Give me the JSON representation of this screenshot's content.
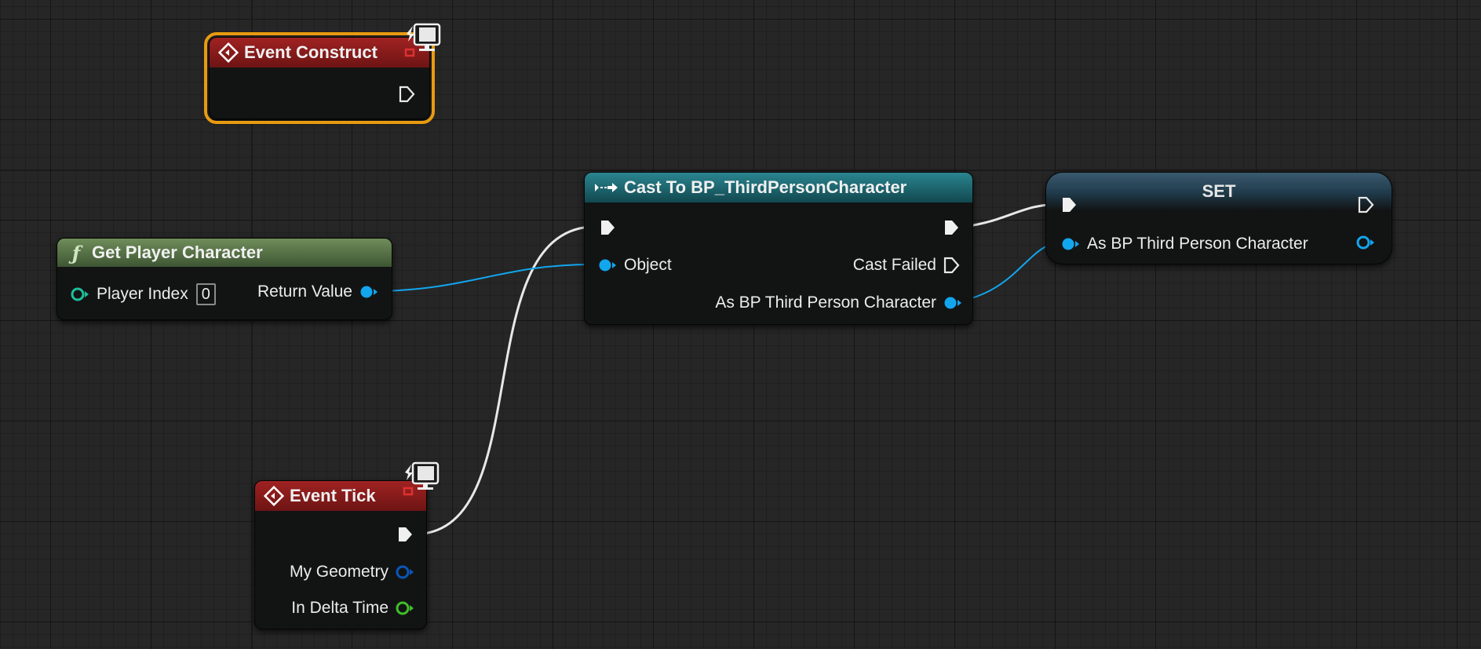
{
  "colors": {
    "event_header": "#8f1a1a",
    "function_header": "#5f7a4c",
    "cast_header": "#1f6f78",
    "set_header": "#2a5670",
    "object_pin": "#12a6ee",
    "struct_pin": "#0b56b8",
    "float_pin": "#3fbf2a",
    "int_pin": "#1fbf9a",
    "exec_wire": "#f0f0f0",
    "object_wire": "#12a6ee",
    "selection": "#e89a10",
    "error_pin": "#e03030"
  },
  "nodes": {
    "event_construct": {
      "title": "Event Construct",
      "icon": "event-diamond-icon",
      "badge_icon": "network-monitor-icon"
    },
    "get_player_character": {
      "title": "Get Player Character",
      "icon": "function-f-icon",
      "pins": {
        "player_index_label": "Player Index",
        "player_index_value": "0",
        "return_value_label": "Return Value"
      }
    },
    "cast": {
      "title": "Cast To BP_ThirdPersonCharacter",
      "icon": "cast-arrow-icon",
      "pins": {
        "object_label": "Object",
        "cast_failed_label": "Cast Failed",
        "as_bp_label": "As BP Third Person Character"
      }
    },
    "set": {
      "title": "SET",
      "pins": {
        "as_bp_label": "As BP Third Person Character"
      }
    },
    "event_tick": {
      "title": "Event Tick",
      "icon": "event-diamond-icon",
      "badge_icon": "network-monitor-icon",
      "pins": {
        "my_geometry_label": "My Geometry",
        "in_delta_time_label": "In Delta Time"
      }
    }
  }
}
